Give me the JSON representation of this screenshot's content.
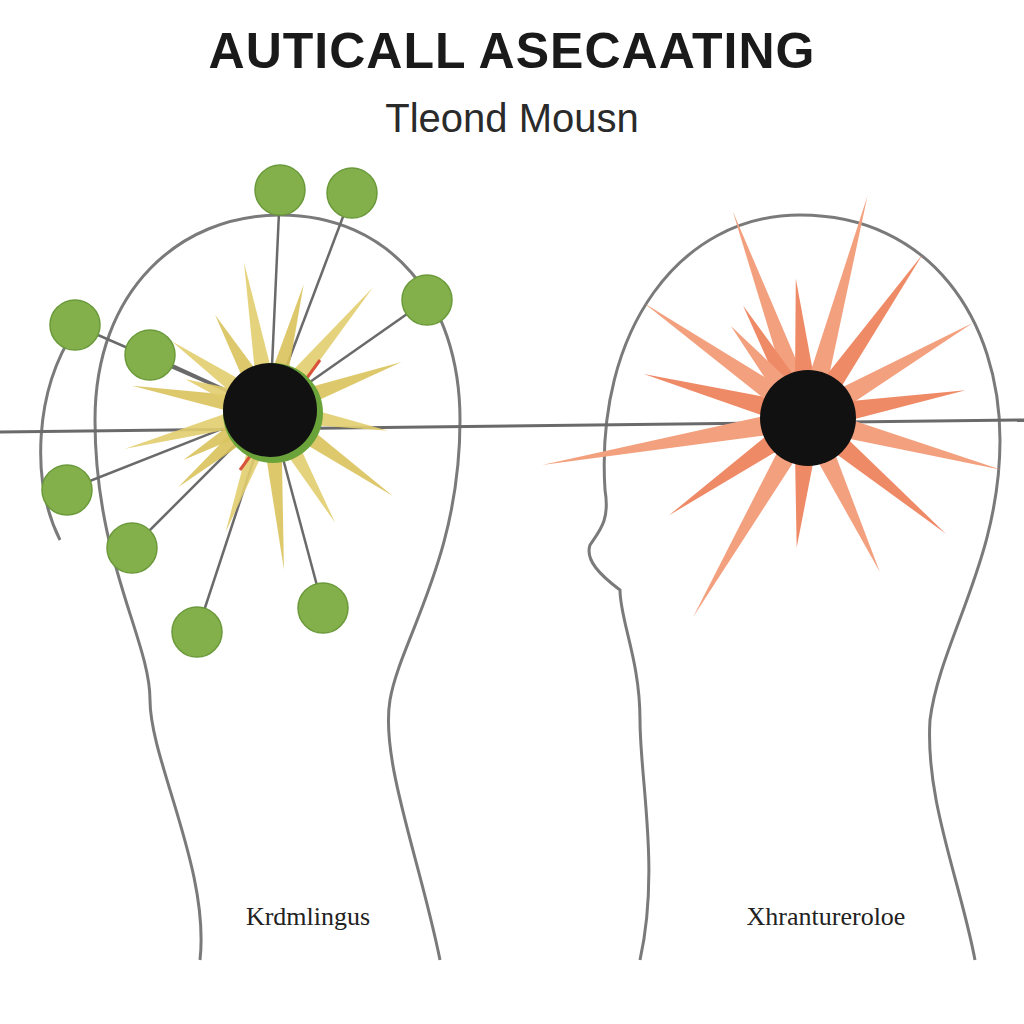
{
  "diagram": {
    "title": "AUTICALL ASECAATING",
    "labels": [
      "Tleond Mousn",
      "Krdmlingus",
      "Xhrantureroloe"
    ]
  }
}
